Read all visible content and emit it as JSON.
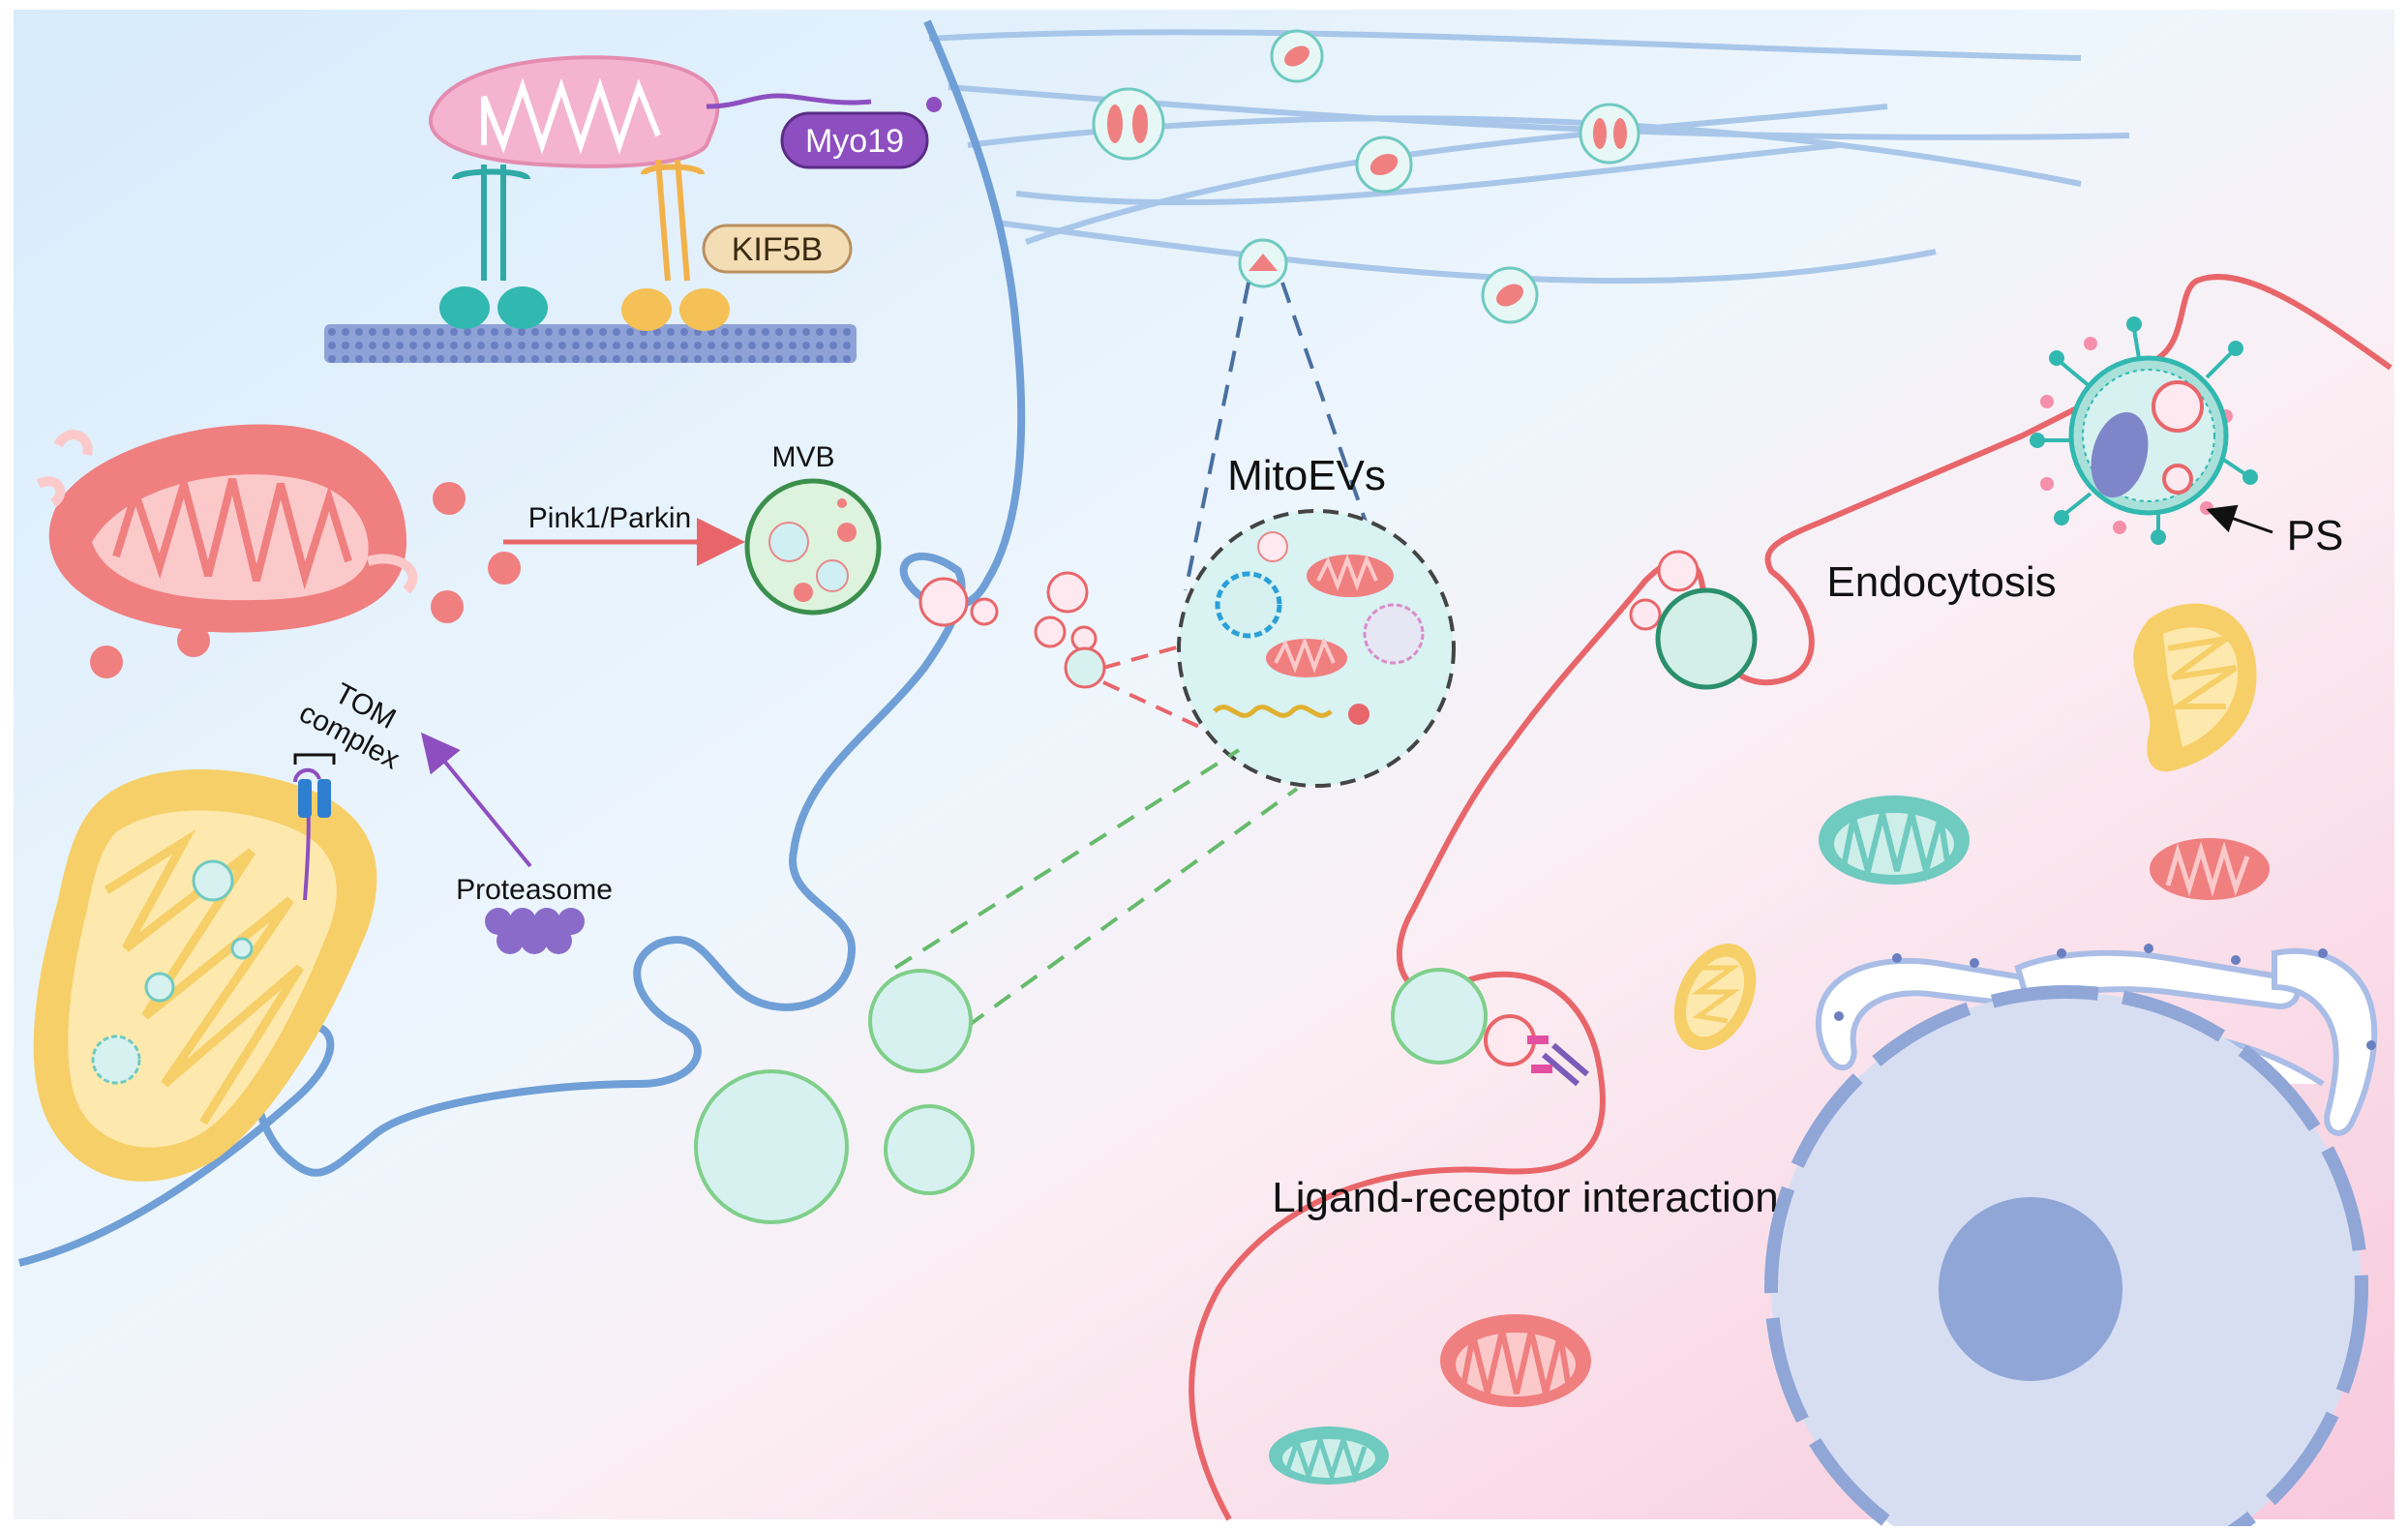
{
  "labels": {
    "myo19": "Myo19",
    "kif5b": "KIF5B",
    "mvb": "MVB",
    "pink1_parkin": "Pink1/Parkin",
    "tom_line1": "TOM",
    "tom_line2": "complex",
    "proteasome": "Proteasome",
    "mitoevs": "MitoEVs",
    "endocytosis": "Endocytosis",
    "ps": "PS",
    "ligand_receptor": "Ligand-receptor interaction"
  },
  "colors": {
    "donor_membrane": "#6f9fd6",
    "recipient_membrane": "#e8666a",
    "vesicle_fill": "#d6f1f0",
    "vesicle_green": "#7fcf8a",
    "mito_red": "#f07f80",
    "mito_yellow": "#f7cf68",
    "mito_teal": "#6fcac0",
    "myo19_purple": "#8d4fc0",
    "kif5b_tan": "#f3ddb5",
    "nucleus": "#8fa6d7",
    "er": "#a9bde6"
  }
}
